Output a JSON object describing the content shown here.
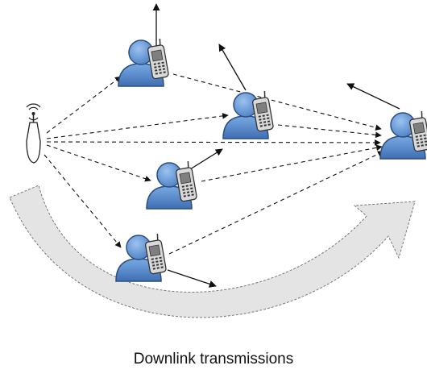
{
  "caption": "Downlink transmissions",
  "nodes": [
    {
      "id": "access-point",
      "kind": "antenna"
    },
    {
      "id": "user-top",
      "kind": "user-with-phone"
    },
    {
      "id": "user-middle",
      "kind": "user-with-phone"
    },
    {
      "id": "user-center-left",
      "kind": "user-with-phone"
    },
    {
      "id": "user-bottom",
      "kind": "user-with-phone"
    },
    {
      "id": "user-right",
      "kind": "user-with-phone"
    }
  ],
  "links": [
    {
      "from": "access-point",
      "to": "user-top",
      "style": "dashed",
      "arrow": true
    },
    {
      "from": "access-point",
      "to": "user-middle",
      "style": "dashed",
      "arrow": true
    },
    {
      "from": "access-point",
      "to": "user-right",
      "style": "dashed",
      "arrow": true
    },
    {
      "from": "access-point",
      "to": "user-center-left",
      "style": "dashed",
      "arrow": true
    },
    {
      "from": "access-point",
      "to": "user-bottom",
      "style": "dashed",
      "arrow": true
    },
    {
      "from": "user-top",
      "to": "user-right",
      "style": "dashed",
      "arrow": true
    },
    {
      "from": "user-middle",
      "to": "user-right",
      "style": "dashed",
      "arrow": true
    },
    {
      "from": "user-center-left",
      "to": "user-right",
      "style": "dashed",
      "arrow": true
    },
    {
      "from": "user-bottom",
      "to": "user-right",
      "style": "dashed",
      "arrow": true
    }
  ],
  "colors": {
    "user_body": "#5b8fd0",
    "user_head": "#6e9fdc",
    "user_outline": "#2a4f80",
    "phone": "#d9d9d9",
    "phone_screen": "#7f7f7f",
    "big_arrow_fill": "#e4e4e4",
    "big_arrow_stroke": "#777777",
    "lines": "#111111"
  }
}
